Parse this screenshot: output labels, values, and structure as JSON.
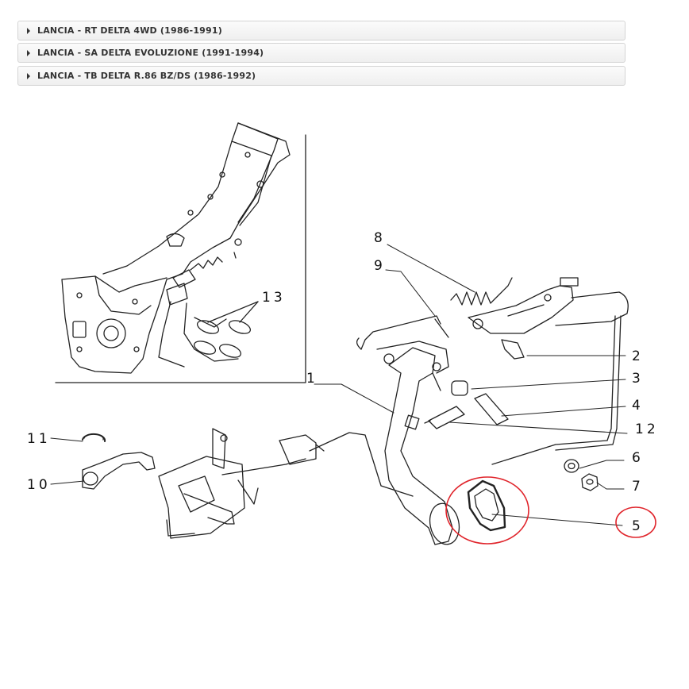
{
  "accordion": [
    {
      "label": "LANCIA - RT DELTA 4WD (1986-1991)"
    },
    {
      "label": "LANCIA - SA DELTA EVOLUZIONE (1991-1994)"
    },
    {
      "label": "LANCIA - TB DELTA R.86 BZ/DS (1986-1992)"
    }
  ],
  "diagram": {
    "callouts": {
      "c1": "1",
      "c2": "2",
      "c3": "3",
      "c4": "4",
      "c5": "5",
      "c6": "6",
      "c7": "7",
      "c8": "8",
      "c9": "9",
      "c10": "10",
      "c11": "11",
      "c12": "12",
      "c13": "13"
    },
    "highlight_color": "#e0242b"
  }
}
